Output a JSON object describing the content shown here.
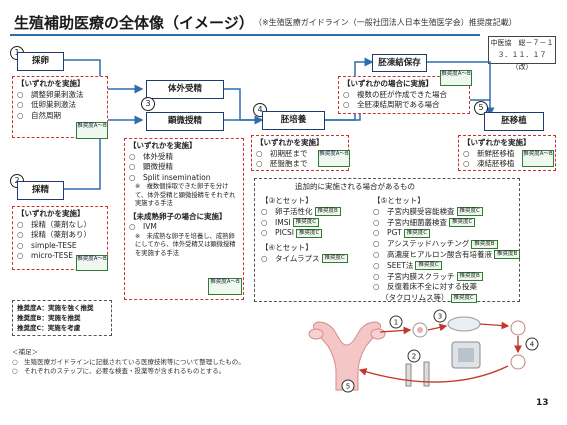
{
  "header": {
    "title": "生殖補助医療の全体像（イメージ）",
    "subtitle": "（※生殖医療ガイドライン（一般社団法人日本生殖医学会）推奨度記載）",
    "ref_line1": "中医協　総－７－１",
    "ref_line2": "３．１１．１７（改）"
  },
  "steps": {
    "s1": {
      "num": "1",
      "label": "採卵"
    },
    "s2": {
      "num": "2",
      "label": "採精"
    },
    "taigai": {
      "label": "体外受精"
    },
    "s3": {
      "num": "3",
      "label": "顕微授精"
    },
    "s4": {
      "num": "4",
      "label": "胚培養"
    },
    "freeze": {
      "label": "胚凍結保存"
    },
    "s5": {
      "num": "5",
      "label": "胚移植"
    }
  },
  "boxes": {
    "saiRan": {
      "head": "【いずれかを実施】",
      "items": [
        "○　調整卵巣刺激法",
        "○　低卵巣刺激法",
        "○　自然周期"
      ],
      "badge": "推奨度A～B"
    },
    "saiSei": {
      "head": "【いずれかを実施】",
      "items": [
        "○　採精（薬剤なし）",
        "○　採精（薬剤あり）",
        "○　simple-TESE",
        "○　micro-TESE"
      ],
      "badge": "推奨度A～B"
    },
    "jusei": {
      "head": "【いずれかを実施】",
      "items": [
        "○　体外受精",
        "○　顕微授精",
        "○　Split insemination"
      ],
      "note": "※　複数個採取できた卵子を分けて、体外受精と顕微授精をそれぞれ実施する手法",
      "head2": "【未成熟卵子の場合に実施】",
      "items2": [
        "○　IVM"
      ],
      "note2": "※　未成熟な卵子を培養し、成熟卵にしてから、体外受精又は顕微授精を実施する手法",
      "badge": "推奨度A～B"
    },
    "baiyou": {
      "head": "【いずれかを実施】",
      "items": [
        "○　初期胚まで",
        "○　胚盤胞まで"
      ],
      "badge": "推奨度A～B"
    },
    "toketsu": {
      "head": "【いずれかの場合に実施】",
      "items": [
        "○　複数の胚が作成できた場合",
        "○　全胚凍結周期である場合"
      ],
      "badge": "推奨度A～B"
    },
    "ishoku": {
      "head": "【いずれかを実施】",
      "items": [
        "○　新鮮胚移植",
        "○　凍結胚移植"
      ],
      "badge": "推奨度A～B"
    }
  },
  "additional": {
    "title": "追加的に実施される場合があるもの",
    "set3_head": "【③とセット】",
    "set3": [
      {
        "name": "○　卵子活性化",
        "badge": "推奨度B"
      },
      {
        "name": "○　IMSI",
        "badge": "推奨度C"
      },
      {
        "name": "○　PICSI",
        "badge": "推奨度C"
      }
    ],
    "set4_head": "【④とセット】",
    "set4": [
      {
        "name": "○　タイムラプス",
        "badge": "推奨度C"
      }
    ],
    "set5_head": "【⑤とセット】",
    "set5": [
      {
        "name": "○　子宮内膜受容能検査",
        "badge": "推奨度C"
      },
      {
        "name": "○　子宮内細菌叢検査",
        "badge": "推奨度C"
      },
      {
        "name": "○　PGT",
        "badge": "推奨度C"
      },
      {
        "name": "○　アシステッドハッチング",
        "badge": "推奨度B"
      },
      {
        "name": "○　高濃度ヒアルロン酸含有培養液",
        "badge": "推奨度B"
      },
      {
        "name": "○　SEET法",
        "badge": "推奨度C"
      },
      {
        "name": "○　子宮内膜スクラッチ",
        "badge": "推奨度B"
      },
      {
        "name": "○　反復着床不全に対する投薬",
        "badge": ""
      },
      {
        "name": "（タクロリムス等）",
        "badge": "推奨度C"
      }
    ]
  },
  "legend": [
    "推奨度A：実施を強く推奨",
    "推奨度B：実施を推奨",
    "推奨度C：実施を考慮"
  ],
  "supplement": [
    "＜補足＞",
    "○　生殖医療ガイドラインに記載されている医療技術等について整理したもの。",
    "○　それぞれのステップに、必要な検査・投薬等が含まれるものとする。"
  ],
  "illustration_numbers": [
    "1",
    "2",
    "3",
    "4",
    "5"
  ],
  "page_number": "13"
}
